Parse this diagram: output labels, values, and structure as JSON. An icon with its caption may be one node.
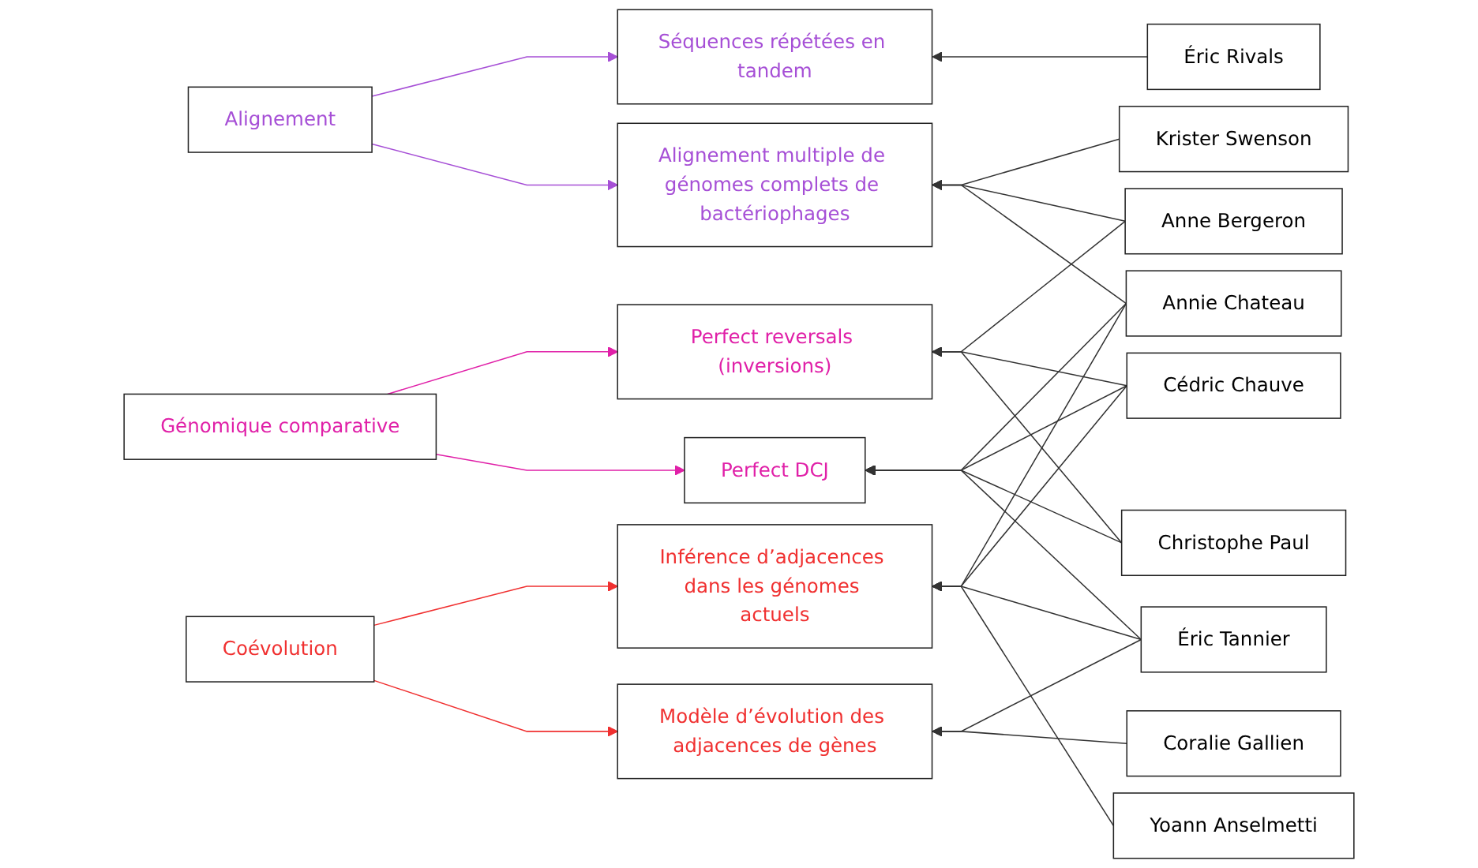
{
  "diagram": {
    "nodes": [
      {
        "text": [
          "Alignement"
        ]
      },
      {
        "text": [
          "Génomique comparative"
        ]
      },
      {
        "text": [
          "Coévolution"
        ]
      },
      {
        "text": [
          "Séquences répétées en tandem"
        ]
      },
      {
        "text": [
          "Alignement multiple de génomes complets de bactériophages"
        ]
      },
      {
        "text": [
          "Perfect reversals (inversions)"
        ]
      },
      {
        "text": [
          "Perfect DCJ"
        ]
      },
      {
        "text": [
          "Modèle d’évolution des adjacences de gènes"
        ]
      },
      {
        "text": [
          "Inférence d’adjacences dans les génomes actuels"
        ]
      },
      {
        "text": [
          "Éric Rivals"
        ]
      },
      {
        "text": [
          "Krister Swenson"
        ]
      },
      {
        "text": [
          "Anne Bergeron"
        ]
      },
      {
        "text": [
          "Annie Chateau"
        ]
      },
      {
        "text": [
          "Cédric Chauve"
        ]
      },
      {
        "text": [
          "Christophe Paul"
        ]
      },
      {
        "text": [
          "Éric Tannier"
        ]
      },
      {
        "text": [
          "Coralie Gallien"
        ]
      },
      {
        "text": [
          "Yoann Anselmetti"
        ]
      }
    ],
    "edges": [
      {
        "from": 0,
        "to": 3,
        "arrow": "to",
        "color": "#a64fd6"
      },
      {
        "from": 0,
        "to": 4,
        "arrow": "to",
        "color": "#a64fd6"
      },
      {
        "from": 1,
        "to": 5,
        "arrow": "to",
        "color": "#e020a8"
      },
      {
        "from": 1,
        "to": 6,
        "arrow": "to",
        "color": "#e020a8"
      },
      {
        "from": 2,
        "to": 7,
        "arrow": "to",
        "color": "#f03030"
      },
      {
        "from": 2,
        "to": 8,
        "arrow": "to",
        "color": "#f03030"
      },
      {
        "from": 9,
        "to": 3,
        "arrow": "to"
      },
      {
        "from": 10,
        "to": 4,
        "arrow": "to"
      },
      {
        "from": 11,
        "to": 4,
        "arrow": "to"
      },
      {
        "from": 11,
        "to": 5,
        "arrow": "to"
      },
      {
        "from": 12,
        "to": 4,
        "arrow": "to"
      },
      {
        "from": 12,
        "to": 6,
        "arrow": "to"
      },
      {
        "from": 12,
        "to": 8,
        "arrow": "to"
      },
      {
        "from": 13,
        "to": 5,
        "arrow": "to"
      },
      {
        "from": 13,
        "to": 6,
        "arrow": "to"
      },
      {
        "from": 13,
        "to": 8,
        "arrow": "to"
      },
      {
        "from": 14,
        "to": 5,
        "arrow": "to"
      },
      {
        "from": 14,
        "to": 6,
        "arrow": "to"
      },
      {
        "from": 15,
        "to": 6,
        "arrow": "to"
      },
      {
        "from": 15,
        "to": 7,
        "arrow": "to"
      },
      {
        "from": 15,
        "to": 8,
        "arrow": "to"
      },
      {
        "from": 16,
        "to": 7,
        "arrow": "to"
      },
      {
        "from": 17,
        "to": 8,
        "arrow": "to"
      }
    ]
  }
}
